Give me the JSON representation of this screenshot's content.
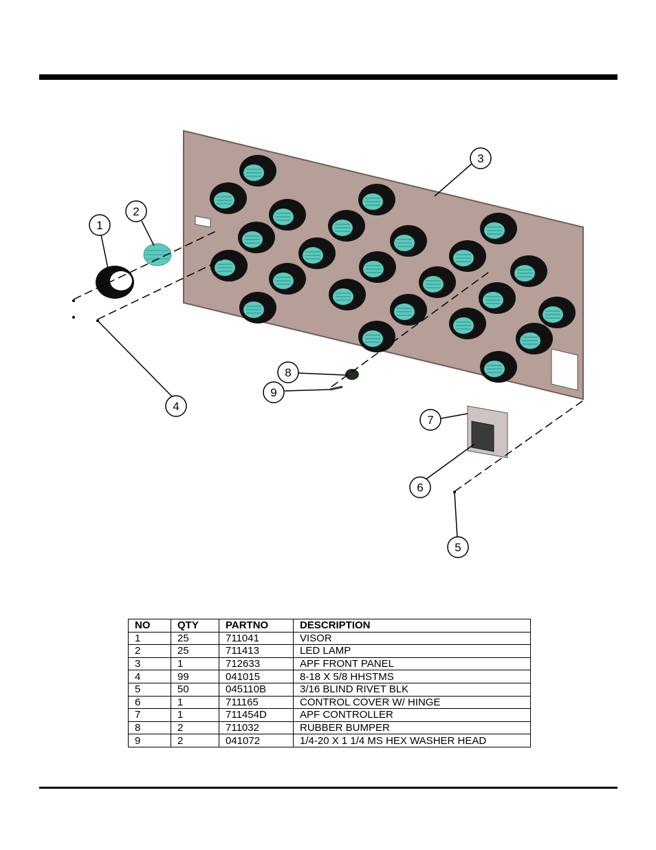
{
  "colors": {
    "panel": "#b59f98",
    "panel_edge": "#6f5f5a",
    "lamp": "#5ccabd",
    "visor": "#111111"
  },
  "callouts": [
    "1",
    "2",
    "3",
    "4",
    "5",
    "6",
    "7",
    "8",
    "9"
  ],
  "parts_table": {
    "headers": [
      "NO",
      "QTY",
      "PARTNO",
      "DESCRIPTION"
    ],
    "rows": [
      [
        "1",
        "25",
        "711041",
        "VISOR"
      ],
      [
        "2",
        "25",
        "711413",
        "LED LAMP"
      ],
      [
        "3",
        "1",
        "712633",
        "APF FRONT PANEL"
      ],
      [
        "4",
        "99",
        "041015",
        "8-18 X 5/8 HHSTMS"
      ],
      [
        "5",
        "50",
        "045110B",
        "3/16 BLIND RIVET BLK"
      ],
      [
        "6",
        "1",
        "711165",
        "CONTROL COVER W/ HINGE"
      ],
      [
        "7",
        "1",
        "711454D",
        "APF CONTROLLER"
      ],
      [
        "8",
        "2",
        "711032",
        "RUBBER BUMPER"
      ],
      [
        "9",
        "2",
        "041072",
        "1/4-20 X 1 1/4 MS HEX WASHER HEAD"
      ]
    ]
  }
}
